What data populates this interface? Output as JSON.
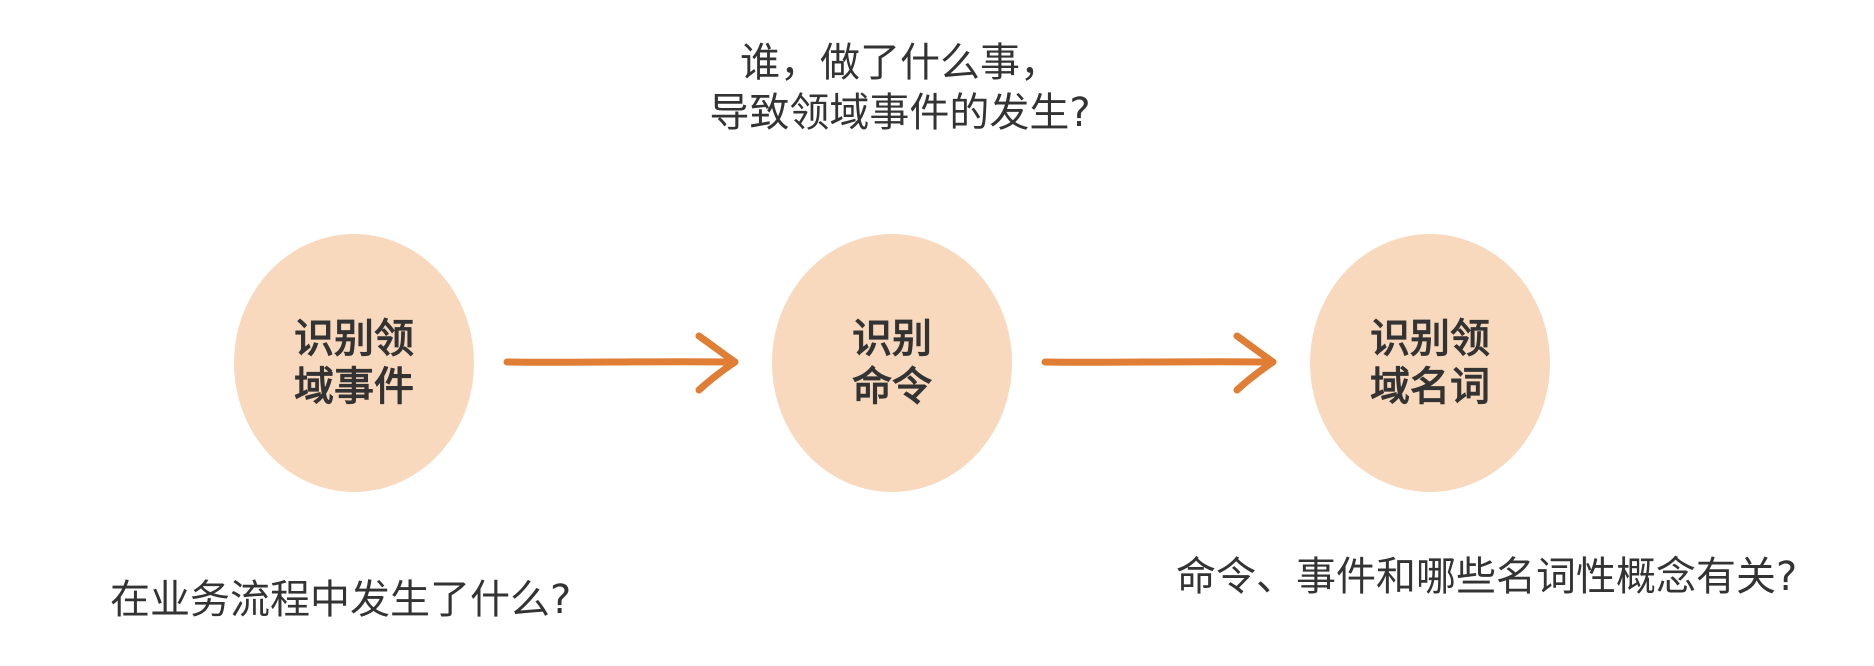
{
  "colors": {
    "circle_fill": "#f8d9bd",
    "arrow": "#e07e35",
    "text": "#333333"
  },
  "top_question": {
    "line1": "谁，做了什么事，",
    "line2": "导致领域事件的发生?"
  },
  "steps": [
    {
      "line1": "识别领",
      "line2": "域事件"
    },
    {
      "line1": "识别",
      "line2": "命令"
    },
    {
      "line1": "识别领",
      "line2": "域名词"
    }
  ],
  "bottom_left_question": "在业务流程中发生了什么?",
  "bottom_right_question": "命令、事件和哪些名词性概念有关?"
}
